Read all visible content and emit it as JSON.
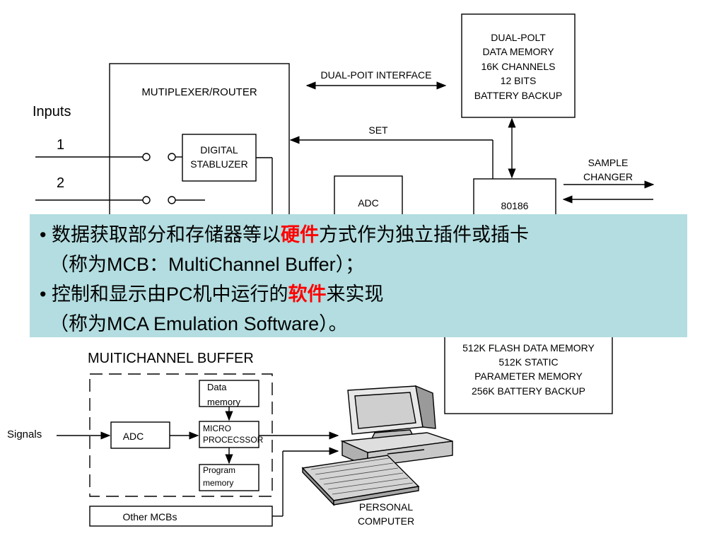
{
  "top": {
    "inputs_label": "Inputs",
    "input_1": "1",
    "input_2": "2",
    "mux_title": "MUTIPLEXER/ROUTER",
    "stabilizer_line1": "DIGITAL",
    "stabilizer_line2": "STABLUZER",
    "dual_port_interface": "DUAL-POIT INTERFACE",
    "memory_line1": "DUAL-POLT",
    "memory_line2": "DATA MEMORY",
    "memory_line3": "16K CHANNELS",
    "memory_line4": "12 BITS",
    "memory_line5": "BATTERY BACKUP",
    "set_label": "SET",
    "sample_line1": "SAMPLE",
    "sample_line2": "CHANGER",
    "adc_label": "ADC",
    "cpu_label": "80186",
    "flash_line1": "512K FLASH DATA MEMORY",
    "flash_line2": "512K STATIC",
    "flash_line3": "PARAMETER MEMORY",
    "flash_line4": "256K BATTERY BACKUP"
  },
  "bottom": {
    "mcb_title": "MUITICHANNEL BUFFER",
    "signals_label": "Signals",
    "adc_label": "ADC",
    "data_mem_line1": "Data",
    "data_mem_line2": "memory",
    "micro_line1": "MICRO",
    "micro_line2": "PROCECSSOR",
    "prog_mem_line1": "Program",
    "prog_mem_line2": "memory",
    "other_mcbs": "Other MCBs",
    "pc_line1": "PERSONAL",
    "pc_line2": "COMPUTER"
  },
  "overlay": {
    "bullet1_prefix": "• 数据获取部分和存储器等以",
    "bullet1_highlight": "硬件",
    "bullet1_suffix": "方式作为独立插件或插卡",
    "bullet1_line2": "（称为MCB：MultiChannel Buffer）；",
    "bullet2_prefix": "• 控制和显示由PC机中运行的",
    "bullet2_highlight": "软件",
    "bullet2_suffix": "来实现",
    "bullet2_line2": "（称为MCA Emulation Software）。"
  }
}
